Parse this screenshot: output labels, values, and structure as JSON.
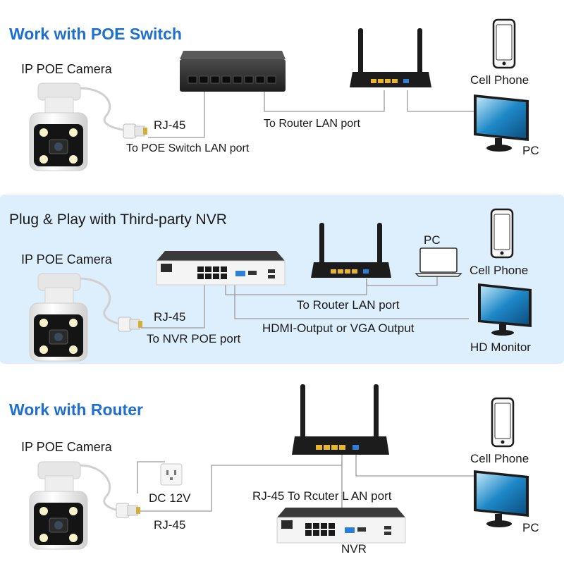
{
  "colors": {
    "heading": "#1f6fd1",
    "panel": "#ddeefc",
    "wire": "#9a9a9a",
    "lan_port": "#e8b531",
    "wan_port": "#2f7fd6",
    "screen": "#1e88c7",
    "device_dark": "#1c1c1c"
  },
  "section1": {
    "title": "Work with POE Switch",
    "camera_label": "IP POE Camera",
    "rj45_label": "RJ-45",
    "switch_port_label": "To POE Switch LAN port",
    "router_port_label": "To Router LAN port",
    "phone_label": "Cell Phone",
    "pc_label": "PC"
  },
  "section2": {
    "title": "Plug & Play with Third-party NVR",
    "camera_label": "IP POE Camera",
    "rj45_label": "RJ-45",
    "nvr_port_label": "To NVR POE port",
    "router_port_label": "To Router LAN port",
    "video_output_label": "HDMI-Output or VGA Output",
    "pc_label": "PC",
    "phone_label": "Cell Phone",
    "monitor_label": "HD Monitor"
  },
  "section3": {
    "title": "Work with Router",
    "camera_label": "IP POE Camera",
    "power_label": "DC 12V",
    "rj45_label": "RJ-45",
    "router_port_label": "RJ-45 To Rcuter L AN port",
    "nvr_label": "NVR",
    "phone_label": "Cell Phone",
    "pc_label": "PC"
  },
  "icons": [
    "ip-camera-icon",
    "poe-switch-icon",
    "wifi-router-icon",
    "cell-phone-icon",
    "pc-monitor-icon",
    "laptop-icon",
    "nvr-icon",
    "power-outlet-icon",
    "rj45-connector-icon"
  ]
}
